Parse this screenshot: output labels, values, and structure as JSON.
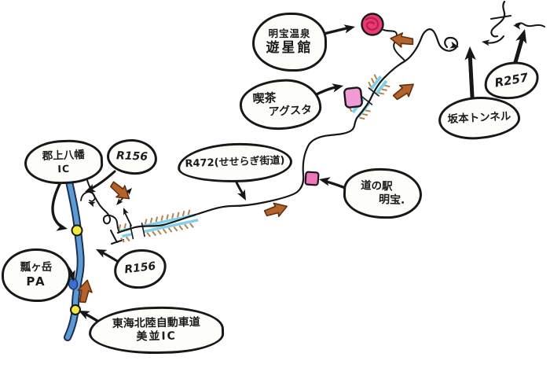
{
  "map": {
    "type": "hand-drawn access sketch map",
    "bubbles": {
      "meiho_onsen": {
        "line1": "明宝温泉",
        "line2": "遊星館"
      },
      "cafe_agusta": {
        "line1": "喫茶",
        "line2": "アグスタ"
      },
      "r257": {
        "label": "R257"
      },
      "sakamoto_tunnel": {
        "label": "坂本トンネル"
      },
      "r472_seseragi": {
        "label": "R472(せせらぎ街道)"
      },
      "michinoeki_meiho": {
        "line1": "道の駅",
        "line2": "明宝."
      },
      "gujo_hachiman_ic": {
        "line1": "郡上八幡",
        "line2": "IC"
      },
      "r156_north": {
        "label": "R156"
      },
      "r156_south": {
        "label": "R156"
      },
      "fukubegatake_pa": {
        "line1": "瓢ヶ岳",
        "line2": "PA"
      },
      "minami_ic": {
        "line1": "東海北陸自動車道",
        "line2": "美並IC"
      }
    },
    "markers": {
      "destination": {
        "shape": "scribbled-circle",
        "color": "#e93b70"
      },
      "cafe": {
        "shape": "rounded-square",
        "color": "#f09ad6"
      },
      "roadside_station": {
        "shape": "square",
        "color": "#ee77bc"
      },
      "interchange": {
        "shape": "circle",
        "color": "#f3e93c"
      },
      "parking_area": {
        "shape": "dot",
        "color": "#3e6ecf"
      },
      "route_direction": {
        "shape": "chunky-arrow",
        "color": "#b4632c"
      }
    },
    "colors": {
      "ink": "#171717",
      "expressway_fill": "#5c9ad2",
      "expressway_edge": "#1d2f55",
      "river": "#7fd0ea",
      "riverbank_hatch": "#b5824a",
      "paper": "#ffffff"
    }
  }
}
